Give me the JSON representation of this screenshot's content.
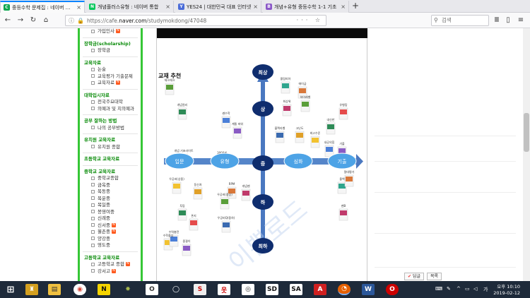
{
  "browser": {
    "tabs": [
      {
        "label": "중등수학 문제집 : 네이버 카페",
        "active": true,
        "favicon_color": "#0aa64e"
      },
      {
        "label": "개념플러스유형 : 네이버 통합",
        "active": false,
        "favicon_color": "#03c75a"
      },
      {
        "label": "YES24 | 대한민국 대표 인터넷",
        "active": false,
        "favicon_color": "#4b6cd8"
      },
      {
        "label": "개념+유형 중등수학 1-1 기초",
        "active": false,
        "favicon_color": "#8b58c8"
      }
    ],
    "url_prefix": "https://cafe.",
    "url_domain": "naver.com",
    "url_path": "/studymokdong/47048",
    "search_placeholder": "검색",
    "new_tab": "+"
  },
  "sidebar": {
    "items": [
      {
        "label": "가입인사",
        "type": "sub",
        "badge": true
      },
      {
        "label": "장학금(scholarship)",
        "type": "head"
      },
      {
        "label": "장학금",
        "type": "sub"
      },
      {
        "label": "교육자료",
        "type": "head"
      },
      {
        "label": "논술",
        "type": "sub"
      },
      {
        "label": "교육평가 기출문제",
        "type": "sub"
      },
      {
        "label": "교육자료",
        "type": "sub",
        "badge": true
      },
      {
        "label": "대학입시자료",
        "type": "head"
      },
      {
        "label": "전국주요대학",
        "type": "sub"
      },
      {
        "label": "의예과 및 치의예과",
        "type": "sub"
      },
      {
        "label": "공부 잘하는 방법",
        "type": "head"
      },
      {
        "label": "나의 공부방법",
        "type": "sub"
      },
      {
        "label": "유치원 교육자료",
        "type": "head"
      },
      {
        "label": "유치원 종합",
        "type": "sub"
      },
      {
        "label": "초등학교 교육자료",
        "type": "head"
      },
      {
        "label": "중학교 교육자료",
        "type": "head"
      },
      {
        "label": "중학교종합",
        "type": "sub"
      },
      {
        "label": "금옥중",
        "type": "sub"
      },
      {
        "label": "목동중",
        "type": "sub"
      },
      {
        "label": "목운중",
        "type": "sub"
      },
      {
        "label": "목일중",
        "type": "sub"
      },
      {
        "label": "봉영여중",
        "type": "sub"
      },
      {
        "label": "신례중",
        "type": "sub"
      },
      {
        "label": "신서중",
        "type": "sub",
        "badge": true
      },
      {
        "label": "월촌중",
        "type": "sub",
        "badge": true
      },
      {
        "label": "양강중",
        "type": "sub"
      },
      {
        "label": "영도중",
        "type": "sub"
      },
      {
        "label": "고등학교 교육자료",
        "type": "head"
      },
      {
        "label": "고등학교 종합",
        "type": "sub",
        "badge": true
      },
      {
        "label": "강서고",
        "type": "sub",
        "badge": true
      }
    ],
    "badge_text": "N"
  },
  "diagram": {
    "title": "교재 추천",
    "levels": [
      "최상",
      "상",
      "중",
      "하",
      "최하"
    ],
    "stages": [
      "입문",
      "유형",
      "심화",
      "기출"
    ],
    "book_labels": [
      "개념원리",
      "개념 기초라이트",
      "우공비(상중)",
      "쎈수학",
      "계통 파워",
      "3000제",
      "RPM",
      "개념쎈",
      "우공비(중상)",
      "우공비Q(중하)",
      "동신처",
      "투탑",
      "폰지",
      "수학중심",
      "수력충전",
      "중결이",
      "올림피아",
      "에이급",
      "최상위",
      "하이레벨",
      "블랙라벨",
      "고난도",
      "내신만",
      "유형탑",
      "최고수준",
      "내공의힘",
      "기출",
      "올백",
      "절대평가",
      "쎈B",
      "체크체크"
    ]
  },
  "bottom_buttons": [
    "답글",
    "목록"
  ],
  "taskbar": {
    "time": "오후 10:10",
    "date": "2019-02-12",
    "ime": "가"
  },
  "colors": {
    "sidebar_border": "#36c736",
    "level_bubble": "#0f2d6e",
    "stage_bubble": "#4da3e6",
    "arrow": "#4a78c0"
  }
}
